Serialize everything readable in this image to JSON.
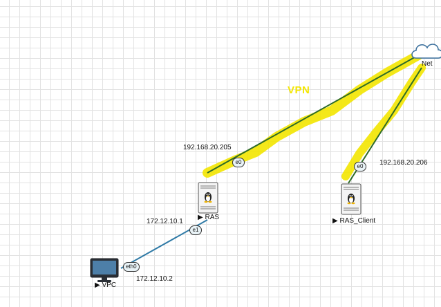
{
  "canvas": {
    "grid": true,
    "colors": {
      "background": "#ffffff",
      "grid_line": "#e2e2e2",
      "link_ethernet": "#2f7aa6",
      "link_cloud": "#2e6b28",
      "vpn_highlight": "#f3e600"
    }
  },
  "annotation": {
    "vpn_label": "VPN"
  },
  "nodes": {
    "vpc": {
      "label": "VPC",
      "icon": "computer-monitor-icon",
      "run_indicator": "▶"
    },
    "ras": {
      "label": "RAS",
      "icon": "linux-server-icon",
      "run_indicator": "▶"
    },
    "ras_client": {
      "label": "RAS_Client",
      "icon": "linux-server-icon",
      "run_indicator": "▶"
    },
    "net": {
      "label": "Net",
      "icon": "cloud-icon"
    }
  },
  "interfaces": {
    "vpc_eth0": "eth0",
    "ras_e1": "e1",
    "ras_e0": "e0",
    "ras_client_e0": "e0"
  },
  "ip_labels": {
    "vpc": "172.12.10.2",
    "ras_e1": "172.12.10.1",
    "ras_e0": "192.168.20.205",
    "ras_client_e0": "192.168.20.206"
  }
}
